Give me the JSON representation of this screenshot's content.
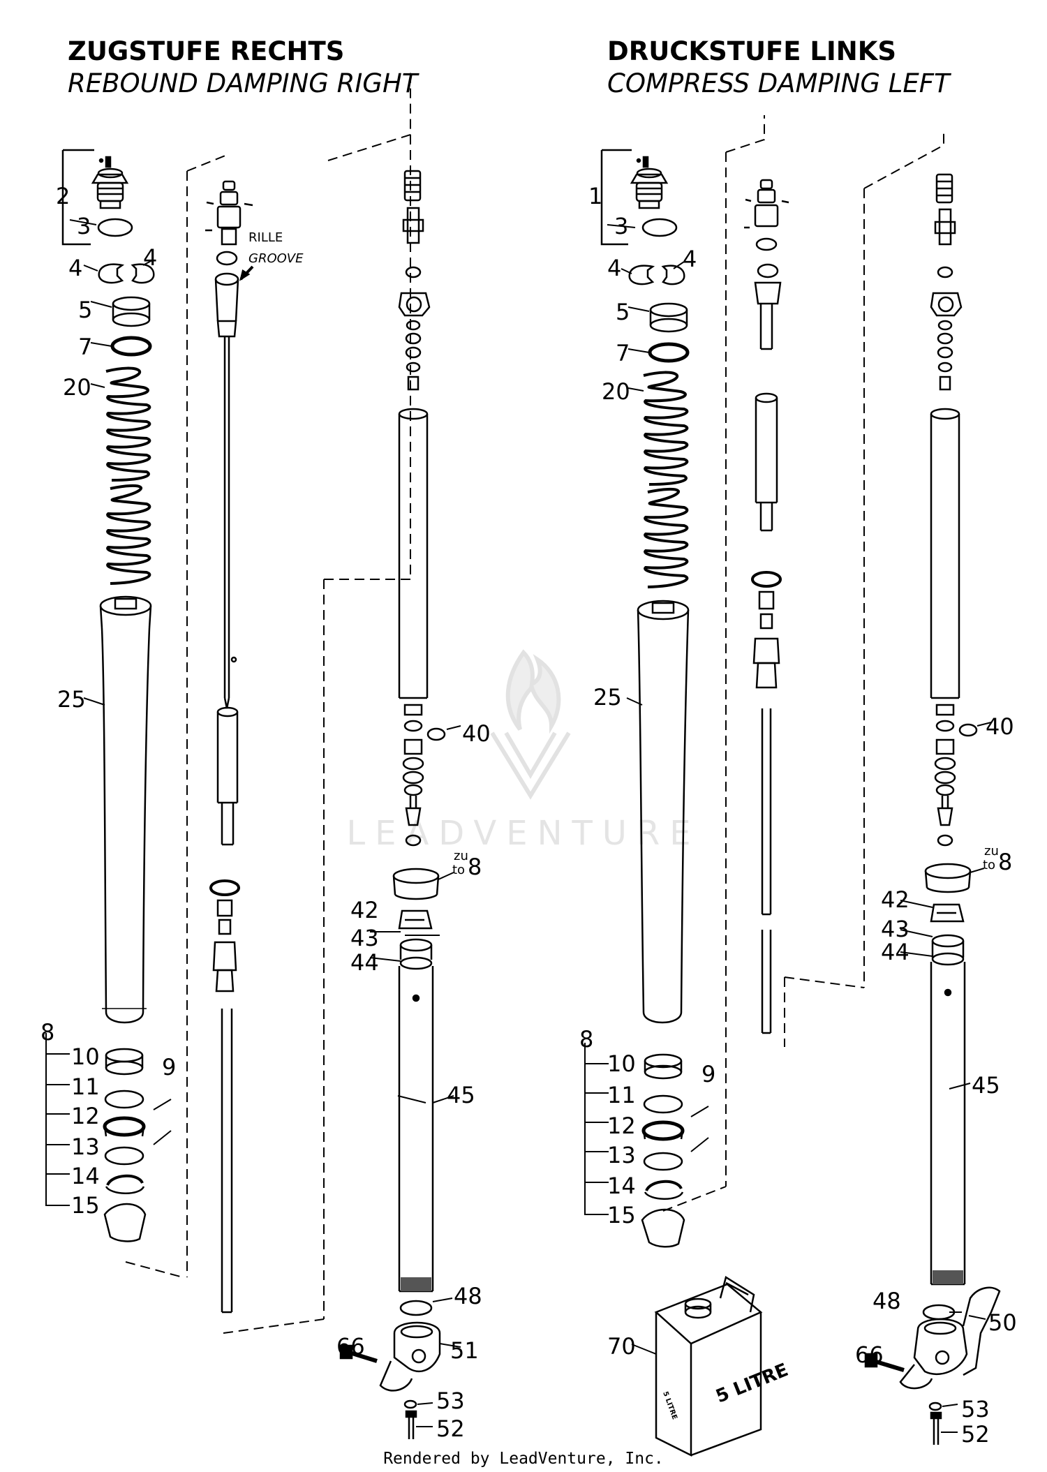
{
  "titles": {
    "left_de": "ZUGSTUFE RECHTS",
    "left_en": "REBOUND DAMPING RIGHT",
    "right_de": "DRUCKSTUFE LINKS",
    "right_en": "COMPRESS DAMPING LEFT"
  },
  "annotations": {
    "rille": "RILLE",
    "groove": "GROOVE",
    "zu": "zu",
    "to": "to",
    "zu_target": "8",
    "litre_big": "5 LITRE",
    "litre_small": "5 LITRE"
  },
  "watermark": "LEADVENTURE",
  "footer": "Rendered by LeadVenture, Inc.",
  "left_labels": [
    "2",
    "3",
    "4",
    "4",
    "5",
    "7",
    "20",
    "25",
    "8",
    "10",
    "11",
    "12",
    "9",
    "13",
    "14",
    "15",
    "40",
    "42",
    "43",
    "44",
    "45",
    "48",
    "66",
    "51",
    "53",
    "52"
  ],
  "right_labels": [
    "1",
    "3",
    "4",
    "4",
    "5",
    "7",
    "20",
    "25",
    "8",
    "10",
    "11",
    "12",
    "9",
    "13",
    "14",
    "15",
    "40",
    "42",
    "43",
    "44",
    "45",
    "48",
    "50",
    "66",
    "53",
    "52",
    "70"
  ],
  "colors": {
    "ink": "#000000",
    "watermark": "#dddddd"
  }
}
